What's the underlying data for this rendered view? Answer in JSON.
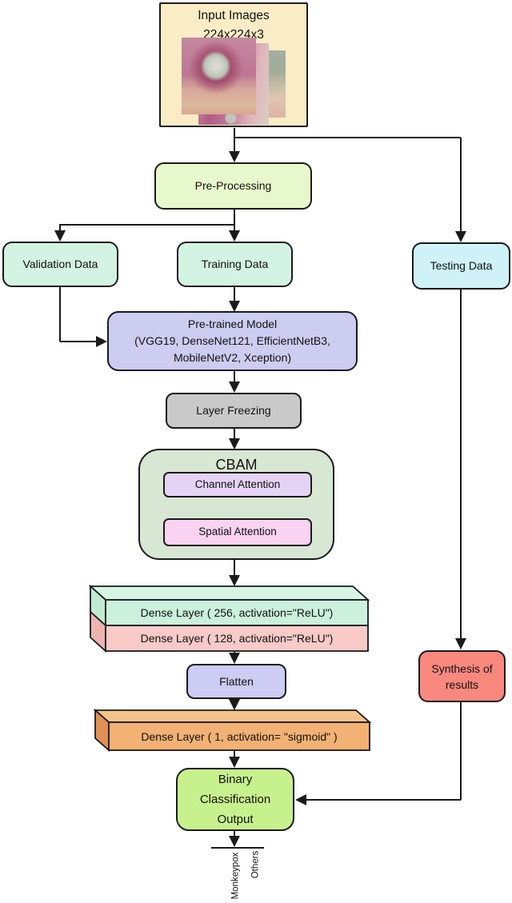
{
  "input_block": {
    "title": "Input Images",
    "dimensions": "224x224x3"
  },
  "nodes": {
    "preprocessing": "Pre-Processing",
    "validation": "Validation Data",
    "training": "Training Data",
    "testing": "Testing Data",
    "pretrained": {
      "line1": "Pre-trained Model",
      "line2": "(VGG19, DenseNet121, EfficientNetB3,",
      "line3": "MobileNetV2, Xception)"
    },
    "freezing": "Layer Freezing",
    "cbam": {
      "title": "CBAM",
      "channel": "Channel Attention",
      "spatial": "Spatial Attention"
    },
    "dense256": "Dense Layer ( 256, activation=\"ReLU\")",
    "dense128": "Dense Layer ( 128, activation=\"ReLU\")",
    "flatten": "Flatten",
    "dense1": "Dense Layer ( 1, activation= \"sigmoid\" )",
    "binary_output": {
      "line1": "Binary",
      "line2": "Classification",
      "line3": "Output"
    },
    "synthesis": {
      "line1": "Synthesis of",
      "line2": "results"
    },
    "classes": {
      "class1": "Monkeypox",
      "class2": "Others"
    }
  },
  "colors": {
    "input_bg": "#FAEDC6",
    "preprocessing_bg": "#E7F9CC",
    "train_val_bg": "#D3F4E2",
    "testing_bg": "#CEF2F7",
    "pretrained_bg": "#CDCCF1",
    "freezing_bg": "#C9C9C9",
    "cbam_bg": "#D8E7D3",
    "channel_bg": "#E5D3F6",
    "spatial_bg": "#FAD2F2",
    "dense256_bg": "#CBF1DC",
    "dense128_bg": "#F8CAC8",
    "flatten_bg": "#CCCCF4",
    "dense1_bg": "#F3B173",
    "binary_output_bg": "#C7F18D",
    "synthesis_bg": "#F9887F",
    "line": "#1A1A1A"
  }
}
